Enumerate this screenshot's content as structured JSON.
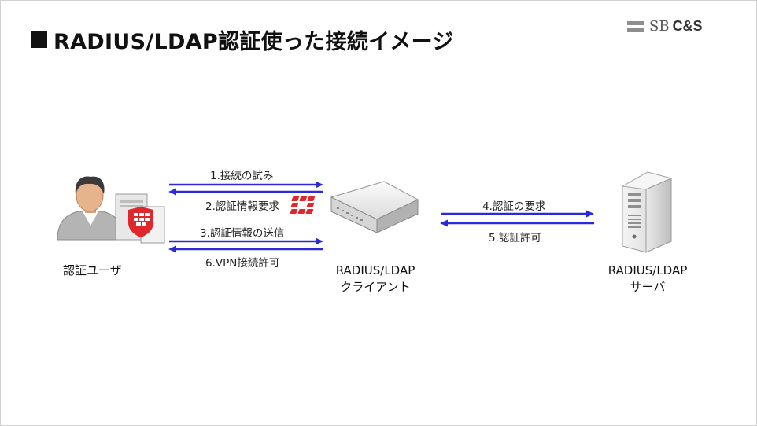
{
  "title": "RADIUS/LDAP認証使った接続イメージ",
  "logo": {
    "prefix": "SB",
    "suffix": "C&S"
  },
  "nodes": {
    "user": "認証ユーザ",
    "client_line1": "RADIUS/LDAP",
    "client_line2": "クライアント",
    "server_line1": "RADIUS/LDAP",
    "server_line2": "サーバ"
  },
  "arrows": {
    "a1": "1.接続の試み",
    "a2": "2.認証情報要求",
    "a3": "3.認証情報の送信",
    "a4": "4.認証の要求",
    "a5": "5.認証許可",
    "a6": "6.VPN接続許可"
  },
  "colors": {
    "arrow": "#2a2ad8",
    "accent": "#e0272c"
  }
}
